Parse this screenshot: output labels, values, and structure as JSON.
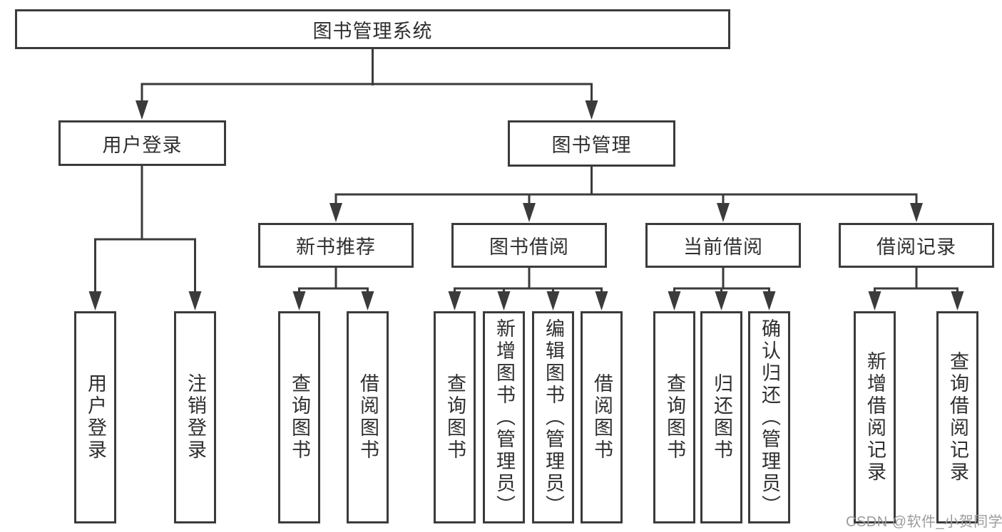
{
  "colors": {
    "line": "#3b3b3b",
    "border": "#3b3b3b",
    "text": "#2f2f2f",
    "background": "#ffffff",
    "watermark": "#9c9c9c"
  },
  "tree": {
    "root": {
      "label": "图书管理系统"
    },
    "user_login": {
      "label": "用户登录",
      "children": [
        "用户登录",
        "注销登录"
      ]
    },
    "book_management": {
      "label": "图书管理",
      "groups": [
        {
          "label": "新书推荐",
          "children": [
            "查询图书",
            "借阅图书"
          ]
        },
        {
          "label": "图书借阅",
          "children": [
            "查询图书",
            "新增图书（管理员）",
            "编辑图书（管理员）",
            "借阅图书"
          ]
        },
        {
          "label": "当前借阅",
          "children": [
            "查询图书",
            "归还图书",
            "确认归还（管理员）"
          ]
        },
        {
          "label": "借阅记录",
          "children": [
            "新增借阅记录",
            "查询借阅记录"
          ]
        }
      ]
    }
  },
  "watermark": {
    "text": "CSDN @软件_小贺同学"
  }
}
